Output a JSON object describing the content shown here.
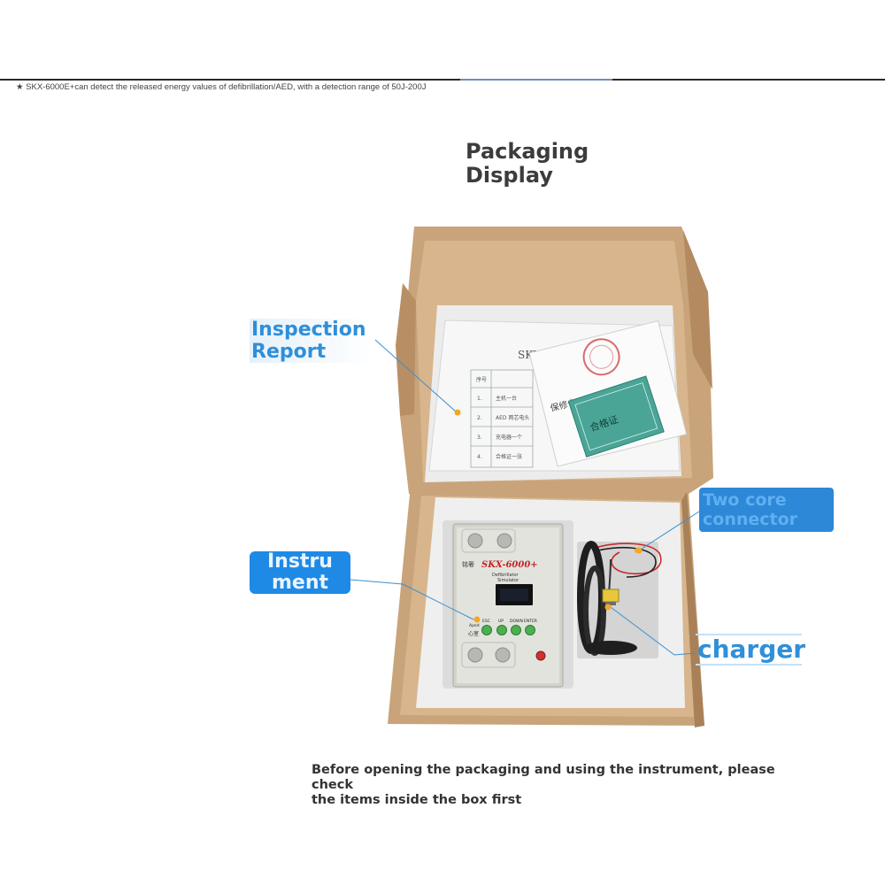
{
  "top_note": "★ SKX-6000E+can detect the released energy values of defibrillation/AED, with a detection range of 50J-200J",
  "heading": {
    "line1": "Packaging",
    "line2": "Display"
  },
  "callouts": {
    "inspection_report": {
      "line1": "Inspection",
      "line2": "Report"
    },
    "instrument": {
      "line1": "Instru",
      "line2": "ment"
    },
    "connector": {
      "line1": "Two core",
      "line2": "connector"
    },
    "charger": "charger"
  },
  "device": {
    "brand": "铭奢",
    "model": "SKX-6000+",
    "subtitle_line1": "Defibrillator",
    "subtitle_line2": "Simulator",
    "buttons": [
      "ESC",
      "UP",
      "DOWN",
      "ENTER"
    ],
    "side_label_1": "Aped",
    "side_label_2": "心室"
  },
  "documents": {
    "sheet_title": "SKX-",
    "table_header": "序号",
    "rows": [
      {
        "no": "1.",
        "item": "主机一台"
      },
      {
        "no": "2.",
        "item": "AED 两芯电头"
      },
      {
        "no": "3.",
        "item": "充电器一个"
      },
      {
        "no": "4.",
        "item": "合格证一张"
      }
    ],
    "warranty_card": "保修卡",
    "cert_card": "合格证"
  },
  "caption": {
    "line1": "Before opening the packaging and using the instrument, please check",
    "line2": "the items inside the box first"
  },
  "colors": {
    "accent_blue": "#2f8fd8",
    "cardboard": "#c9a37a",
    "foam": "#efefef",
    "device_body": "#d8d8d2",
    "device_brand_red": "#c0262a",
    "green_button": "#4caf50"
  }
}
